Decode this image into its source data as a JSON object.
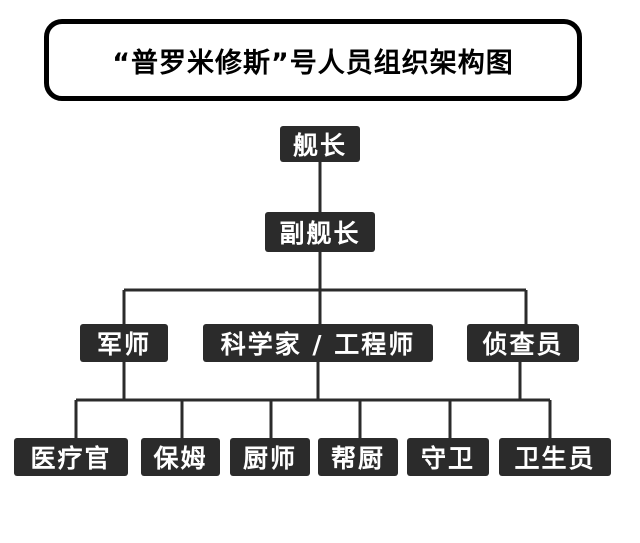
{
  "title": "“普罗米修斯”号人员组织架构图",
  "nodes": {
    "captain": "舰长",
    "vice_captain": "副舰长",
    "military": "军师",
    "scientist": "科学家 / 工程师",
    "scout": "侦查员",
    "medic": "医疗官",
    "nanny": "保姆",
    "chef": "厨师",
    "assistant_chef": "帮厨",
    "guard": "守卫",
    "hygienist": "卫生员"
  },
  "colors": {
    "node_bg": "#2b2b2b",
    "node_text": "#ffffff",
    "line": "#2b2b2b"
  }
}
